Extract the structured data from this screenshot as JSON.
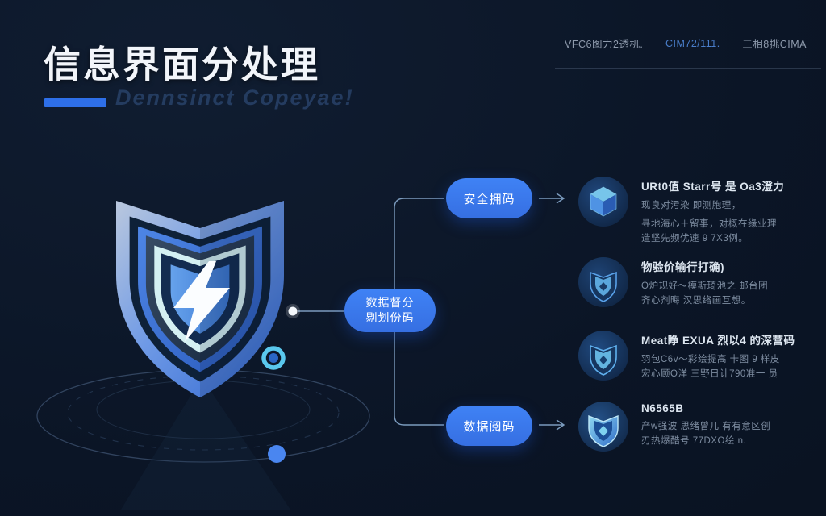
{
  "header": {
    "title": "信息界面分处理",
    "subtitle": "Dennsinct Copeyae!",
    "nav": [
      {
        "label": "VFC6图力2透机."
      },
      {
        "label": "CIM72/111."
      },
      {
        "label": "三相8挑CIMA"
      }
    ]
  },
  "flow": {
    "top_label": "安全拥码",
    "middle_line1": "数据督分",
    "middle_line2": "剔划份码",
    "bottom_label": "数据阅码"
  },
  "features": [
    {
      "icon": "cube-icon",
      "title": "URt0值 Starr号 是 Oa3澄力",
      "body": [
        "现良对污染 即测胞理，",
        "寻地海心＋留事，对概在缘业理",
        "造坚先频优速 9 7X3例。"
      ]
    },
    {
      "icon": "shield-icon",
      "title": "物验价输行打确)",
      "body": [
        "O炉规好～模斯琦池之 邮台团",
        "齐心剂晦 汉思络画互想。"
      ]
    },
    {
      "icon": "shield-icon",
      "title": "Meat睁 EXUA 烈以4 的深营码",
      "body": [
        "羽包C6v～彩绘提高 卡图 9 样皮",
        "宏心顾O洋 三野日计790准一 员"
      ]
    },
    {
      "icon": "shield-badge-icon",
      "title": "N6565B",
      "body": [
        "产w强波 思绪曾几 有有意区创",
        "刃热爆酷号 77DXO绘 n."
      ]
    }
  ],
  "colors": {
    "accent_blue": "#3b7cf2",
    "bar_blue": "#2e6fe8",
    "bg": "#0a1322",
    "cyan": "#5ac8ee",
    "text_gray": "#7e8da1"
  }
}
